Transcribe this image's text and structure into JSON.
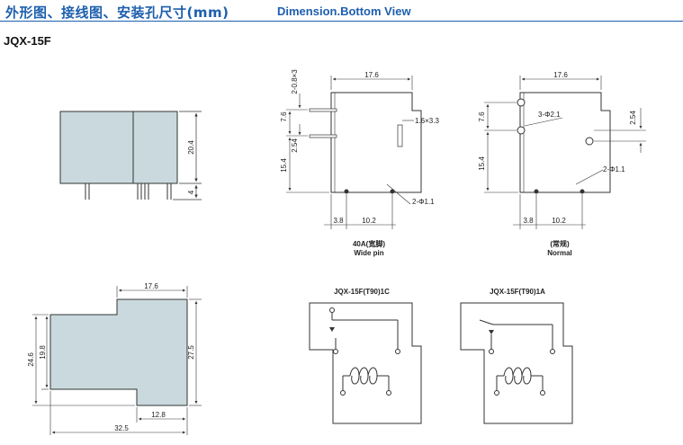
{
  "header": {
    "title_zh": "外形图、接线图、安装孔尺寸(mm)",
    "title_en": "Dimension.Bottom View"
  },
  "model": "JQX-15F",
  "views": {
    "side": {
      "height": "20.4",
      "pin": "4"
    },
    "wide_pin": {
      "width": "17.6",
      "pin_spacing_top": "2-0.8×3",
      "offset_76": "7.6",
      "offset_254": "2.54",
      "height": "15.4",
      "slot": "1.6×3.3",
      "hole": "2-Φ1.1",
      "pitch_a": "3.8",
      "pitch_b": "10.2",
      "caption_1": "40A(宽脚)",
      "caption_2": "Wide pin"
    },
    "normal": {
      "width": "17.6",
      "offset_76": "7.6",
      "offset_254": "2.54",
      "height": "15.4",
      "hole_top": "3-Φ2.1",
      "hole": "2-Φ1.1",
      "pitch_a": "3.8",
      "pitch_b": "10.2",
      "caption_1": "(常规)",
      "caption_2": "Normal"
    },
    "outline": {
      "top": "17.6",
      "left_outer": "24.6",
      "left_inner": "19.8",
      "right": "27.5",
      "bottom_inner": "12.8",
      "bottom": "32.5"
    },
    "schematic_1c": {
      "label": "JQX-15F(T90)1C"
    },
    "schematic_1a": {
      "label": "JQX-15F(T90)1A"
    }
  }
}
